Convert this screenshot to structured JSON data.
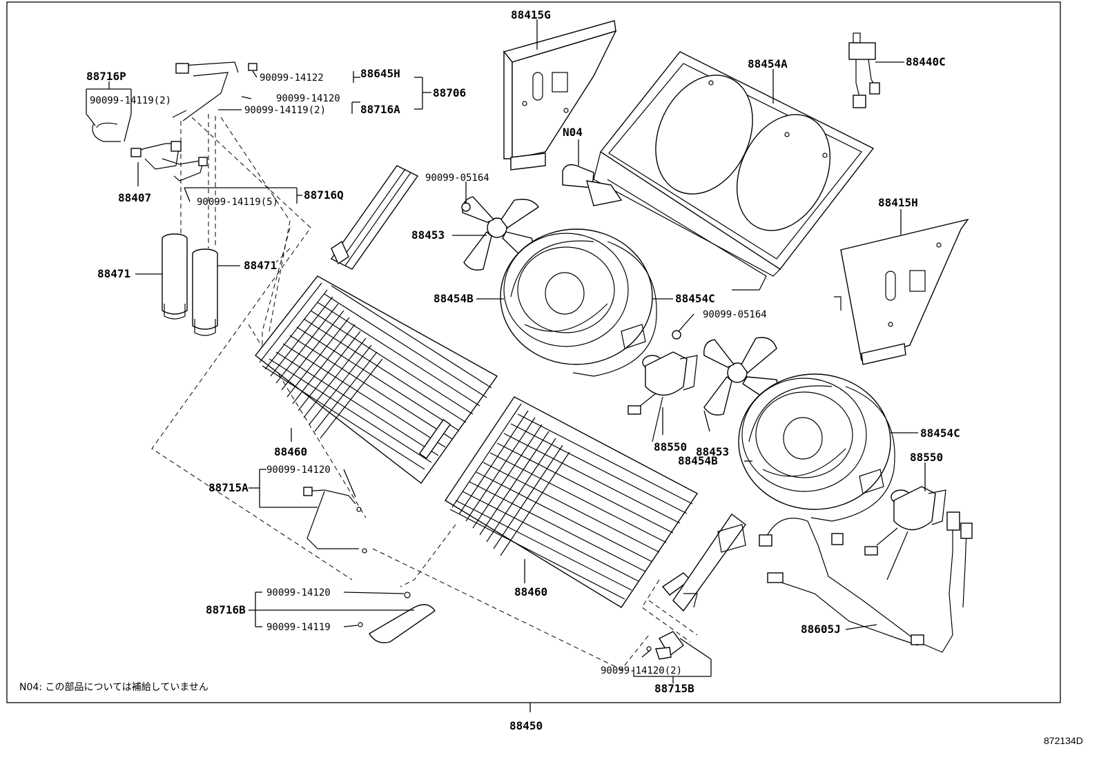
{
  "diagram": {
    "assembly_number": "88450",
    "figure_code": "872134D",
    "note": "N04: この部品については補給していません",
    "parts": {
      "p88415G": "88415G",
      "p88454A": "88454A",
      "p88440C": "88440C",
      "p88415H": "88415H",
      "pN04": "N04",
      "p90099_05164_a": "90099-05164",
      "p90099_05164_b": "90099-05164",
      "p88453_a": "88453",
      "p88453_b": "88453",
      "p88454B_a": "88454B",
      "p88454B_b": "88454B",
      "p88454C_a": "88454C",
      "p88454C_b": "88454C",
      "p88550_a": "88550",
      "p88550_b": "88550",
      "p88605J": "88605J",
      "p88716P": "88716P",
      "p90099_14119_2a": "90099-14119(2)",
      "p90099_14122": "90099-14122",
      "p88645H": "88645H",
      "p88706": "88706",
      "p90099_14120_a": "90099-14120",
      "p90099_14119_2b": "90099-14119(2)",
      "p88716A": "88716A",
      "p88407": "88407",
      "p90099_14119_5": "90099-14119(5)",
      "p88716Q": "88716Q",
      "p88471_a": "88471",
      "p88471_b": "88471",
      "p88460_a": "88460",
      "p88460_b": "88460",
      "p90099_14120_b": "90099-14120",
      "p88715A": "88715A",
      "p90099_14120_c": "90099-14120",
      "p88716B": "88716B",
      "p90099_14119_c": "90099-14119",
      "p90099_14120_2": "90099-14120(2)",
      "p88715B": "88715B"
    }
  }
}
